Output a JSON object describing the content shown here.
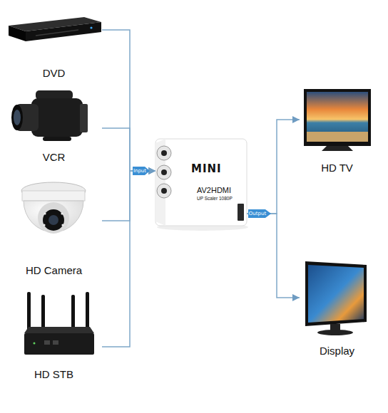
{
  "diagram": {
    "nodes": [
      {
        "text": [
          "DVD"
        ]
      },
      {
        "text": [
          "VCR"
        ]
      },
      {
        "text": [
          "HD Camera"
        ]
      },
      {
        "text": [
          "HD STB"
        ]
      },
      {
        "text": [
          "MINI",
          "AV2HDMI",
          "UP Scaler 1080P"
        ]
      },
      {
        "text": [
          "HD TV"
        ]
      },
      {
        "text": [
          "Display"
        ]
      }
    ],
    "edges": [
      {
        "from": 0,
        "to": 4,
        "arrow": "to"
      },
      {
        "from": 1,
        "to": 4,
        "arrow": "to"
      },
      {
        "from": 2,
        "to": 4,
        "arrow": "to"
      },
      {
        "from": 3,
        "to": 4,
        "arrow": "to"
      },
      {
        "from": 4,
        "to": 5,
        "arrow": "to"
      },
      {
        "from": 4,
        "to": 6,
        "arrow": "to"
      }
    ],
    "labels": [
      "Input",
      "Output"
    ]
  }
}
